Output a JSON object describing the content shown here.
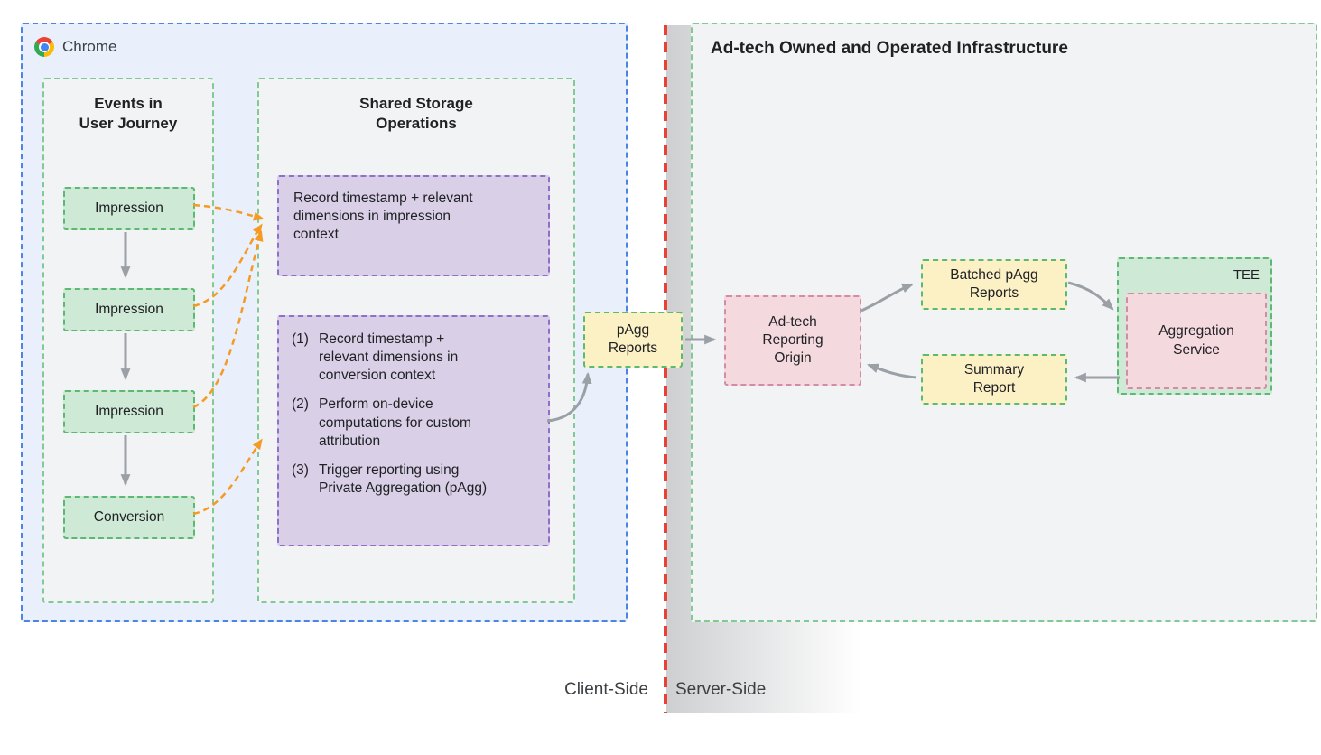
{
  "client": {
    "chrome_label": "Chrome",
    "events_panel": {
      "title": "Events in User Journey",
      "events": [
        {
          "label": "Impression"
        },
        {
          "label": "Impression"
        },
        {
          "label": "Impression"
        },
        {
          "label": "Conversion"
        }
      ]
    },
    "storage_panel": {
      "title": "Shared Storage Operations",
      "impression_op": "Record timestamp + relevant dimensions in impression context",
      "conversion_ops": [
        {
          "num": "(1)",
          "text": "Record timestamp + relevant dimensions in conversion context"
        },
        {
          "num": "(2)",
          "text": "Perform on-device computations for custom attribution"
        },
        {
          "num": "(3)",
          "text": "Trigger reporting using Private Aggregation (pAgg)"
        }
      ]
    }
  },
  "bridge": {
    "pagg_reports": "pAgg Reports"
  },
  "server": {
    "title": "Ad-tech Owned and Operated Infrastructure",
    "reporting_origin": "Ad-tech Reporting Origin",
    "batched_reports": "Batched pAgg Reports",
    "summary_report": "Summary Report",
    "tee_label": "TEE",
    "aggregation_service": "Aggregation Service"
  },
  "footer": {
    "client_side": "Client-Side",
    "server_side": "Server-Side"
  },
  "colors": {
    "chrome_container_bg": "#e9effb",
    "chrome_container_border": "#4c84e6",
    "panel_bg": "#f1f3f4",
    "panel_border": "#81c995",
    "event_bg": "#ceead6",
    "event_border": "#5bb974",
    "purple_bg": "#d9d0e8",
    "purple_border": "#8f6fc9",
    "yellow_bg": "#fcf0c5",
    "pink_bg": "#f4d9de",
    "pink_border": "#d48ba4",
    "divider_red": "#e94235",
    "arrow_gray": "#9aa0a6",
    "arrow_orange": "#f59b23",
    "chrome_logo_red": "#ea4335",
    "chrome_logo_yellow": "#fbbc05",
    "chrome_logo_green": "#34a853",
    "chrome_logo_blue": "#4285f4"
  }
}
